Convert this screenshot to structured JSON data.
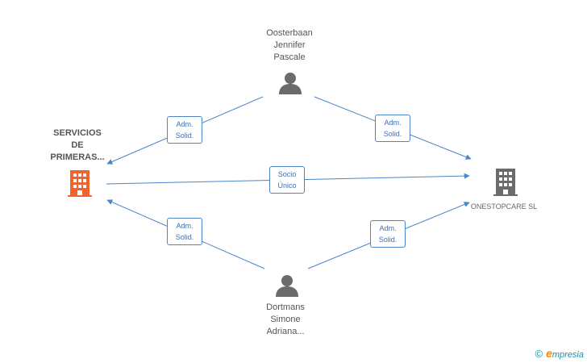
{
  "nodes": {
    "company_main": {
      "lines": [
        "SERVICIOS",
        "DE",
        "PRIMERAS..."
      ],
      "icon": "building-icon",
      "color": "#f0632d"
    },
    "company_other": {
      "lines": [
        "ONESTOPCARE SL"
      ],
      "icon": "building-icon",
      "color": "#6b6b6b"
    },
    "person_top": {
      "lines": [
        "Oosterbaan",
        "Jennifer",
        "Pascale"
      ],
      "icon": "person-icon",
      "color": "#6b6b6b"
    },
    "person_bottom": {
      "lines": [
        "Dortmans",
        "Simone",
        "Adriana..."
      ],
      "icon": "person-icon",
      "color": "#6b6b6b"
    }
  },
  "edges": {
    "top_to_main": {
      "lines": [
        "Adm.",
        "Solid."
      ]
    },
    "top_to_other": {
      "lines": [
        "Adm.",
        "Solid."
      ]
    },
    "main_to_other": {
      "lines": [
        "Socio",
        "Único"
      ]
    },
    "bottom_to_main": {
      "lines": [
        "Adm.",
        "Solid."
      ]
    },
    "bottom_to_other": {
      "lines": [
        "Adm.",
        "Solid."
      ]
    }
  },
  "edge_color": "#4a86c8",
  "watermark": {
    "copyright": "©",
    "brand_initial": "e",
    "brand_rest": "mpresia"
  }
}
